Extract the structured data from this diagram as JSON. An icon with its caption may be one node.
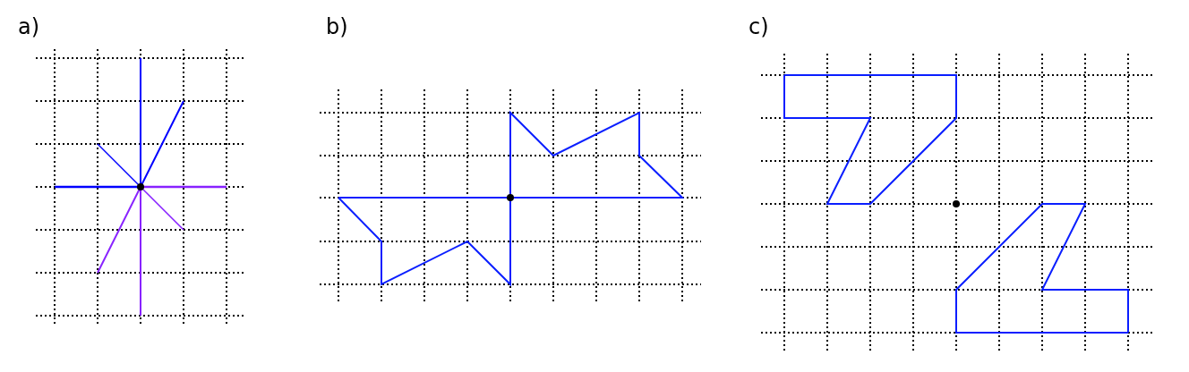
{
  "diagram": {
    "labels": [
      "a)",
      "b)",
      "c)"
    ]
  }
}
